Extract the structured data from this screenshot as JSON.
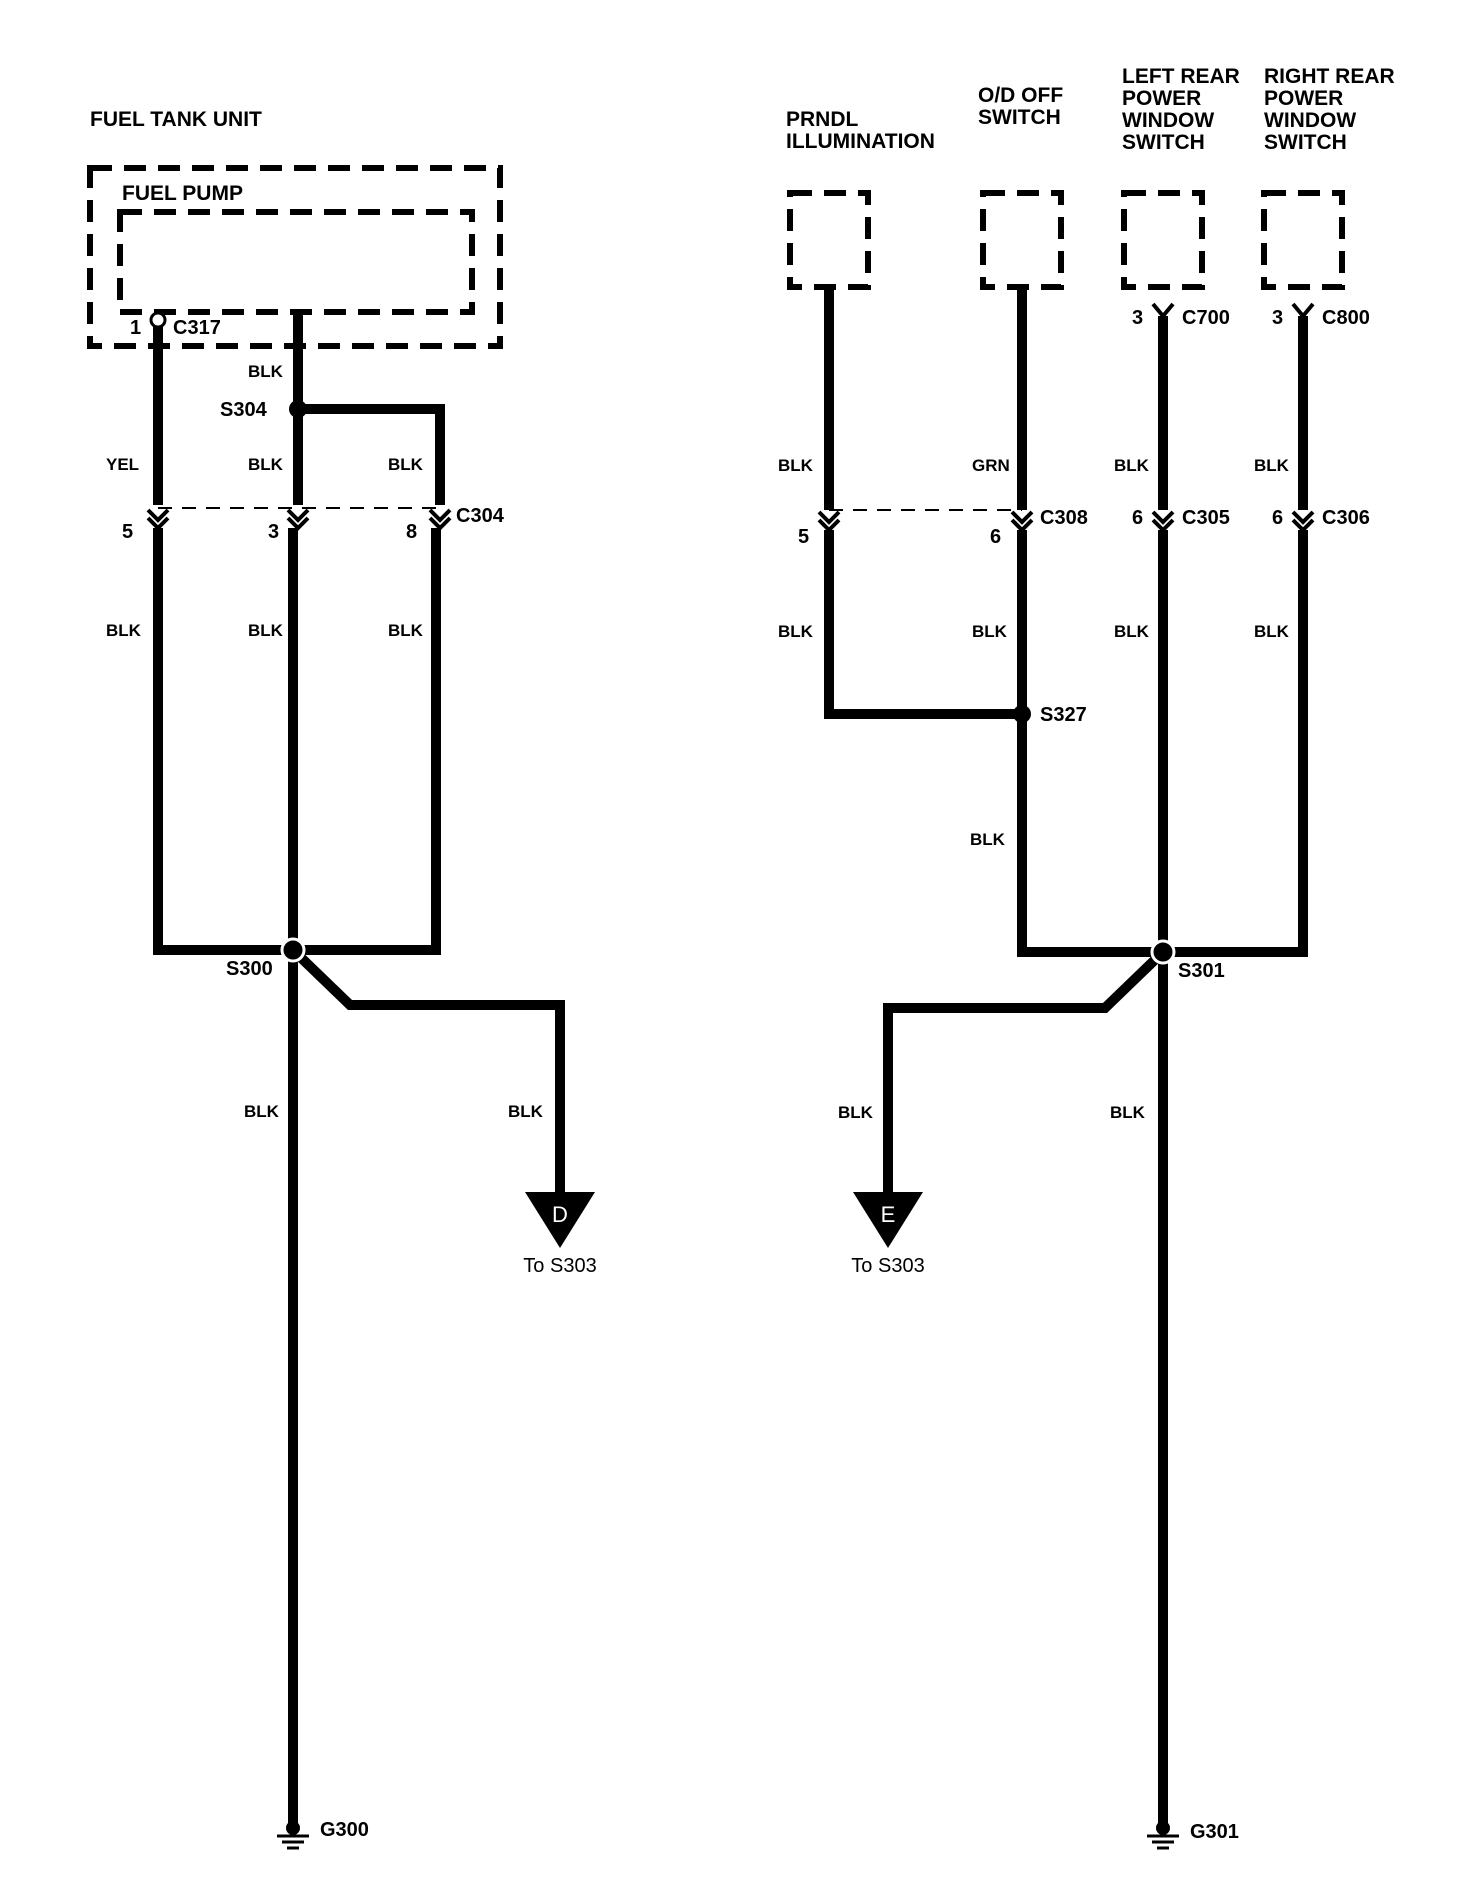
{
  "components": {
    "fuel_tank_unit": "FUEL TANK UNIT",
    "fuel_pump": "FUEL PUMP",
    "prndl": [
      "PRNDL",
      "ILLUMINATION"
    ],
    "od_off": [
      "O/D OFF",
      "SWITCH"
    ],
    "left_rear": [
      "LEFT REAR",
      "POWER",
      "WINDOW",
      "SWITCH"
    ],
    "right_rear": [
      "RIGHT REAR",
      "POWER",
      "WINDOW",
      "SWITCH"
    ]
  },
  "connectors": {
    "c317": "C317",
    "c317_pin": "1",
    "c304": "C304",
    "c304_pins": [
      "5",
      "3",
      "8"
    ],
    "c308": "C308",
    "c308_pins": [
      "5",
      "6"
    ],
    "c700": "C700",
    "c700_pin": "3",
    "c800": "C800",
    "c800_pin": "3",
    "c305": "C305",
    "c305_pin": "6",
    "c306": "C306",
    "c306_pin": "6"
  },
  "splices": {
    "s304": "S304",
    "s300": "S300",
    "s327": "S327",
    "s301": "S301"
  },
  "grounds": {
    "g300": "G300",
    "g301": "G301"
  },
  "offpage": {
    "d_letter": "D",
    "d_text": "To S303",
    "e_letter": "E",
    "e_text": "To S303"
  },
  "wires": {
    "yel": "YEL",
    "blk": "BLK",
    "grn": "GRN"
  }
}
